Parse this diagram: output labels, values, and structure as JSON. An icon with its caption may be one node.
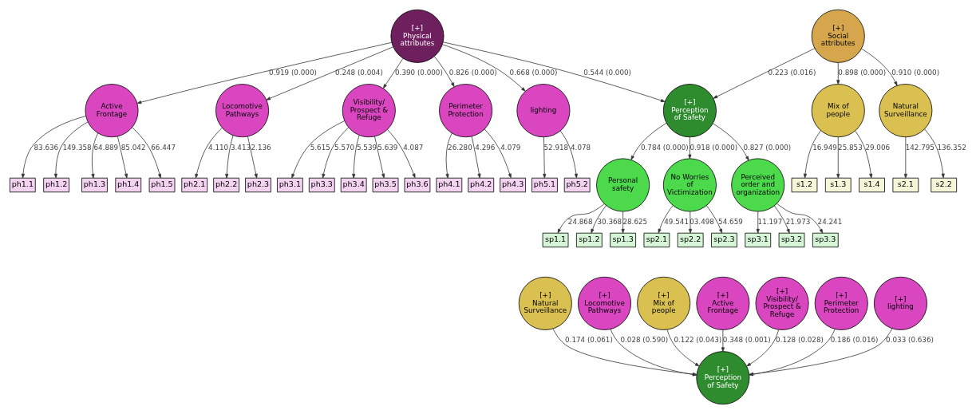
{
  "diagram": {
    "nodes": [
      {
        "text": [
          "ph1.1"
        ]
      },
      {
        "text": [
          "ph1.2"
        ]
      },
      {
        "text": [
          "ph1.3"
        ]
      },
      {
        "text": [
          "ph1.4"
        ]
      },
      {
        "text": [
          "ph1.5"
        ]
      },
      {
        "text": [
          "Active Frontage"
        ]
      },
      {
        "text": [
          "ph2.1"
        ]
      },
      {
        "text": [
          "ph2.2"
        ]
      },
      {
        "text": [
          "ph2.3"
        ]
      },
      {
        "text": [
          "Locomotive Pathways"
        ]
      },
      {
        "text": [
          "ph3.1"
        ]
      },
      {
        "text": [
          "ph3.3"
        ]
      },
      {
        "text": [
          "ph3.4"
        ]
      },
      {
        "text": [
          "ph3.5"
        ]
      },
      {
        "text": [
          "ph3.6"
        ]
      },
      {
        "text": [
          "Visibility/ Prospect & Refuge"
        ]
      },
      {
        "text": [
          "ph4.1"
        ]
      },
      {
        "text": [
          "ph4.2"
        ]
      },
      {
        "text": [
          "ph4.3"
        ]
      },
      {
        "text": [
          "Perimeter Protection"
        ]
      },
      {
        "text": [
          "[+]",
          "Physical attributes"
        ]
      },
      {
        "text": [
          "lighting"
        ]
      },
      {
        "text": [
          "ph5.1"
        ]
      },
      {
        "text": [
          "ph5.2"
        ]
      },
      {
        "text": [
          "s1.2"
        ]
      },
      {
        "text": [
          "s1.3"
        ]
      },
      {
        "text": [
          "s1.4"
        ]
      },
      {
        "text": [
          "s2.1"
        ]
      },
      {
        "text": [
          "s2.2"
        ]
      },
      {
        "text": [
          "Mix of people"
        ]
      },
      {
        "text": [
          "Natural Surveillance"
        ]
      },
      {
        "text": [
          "[+]",
          "Social attributes"
        ]
      },
      {
        "text": [
          "sp1.1"
        ]
      },
      {
        "text": [
          "sp1.2"
        ]
      },
      {
        "text": [
          "sp1.3"
        ]
      },
      {
        "text": [
          "Personal safety"
        ]
      },
      {
        "text": [
          "sp2.1"
        ]
      },
      {
        "text": [
          "sp2.2"
        ]
      },
      {
        "text": [
          "sp2.3"
        ]
      },
      {
        "text": [
          "No Worries of Victimization"
        ]
      },
      {
        "text": [
          "[+]",
          "Perception of Safety"
        ]
      },
      {
        "text": [
          "sp3.1"
        ]
      },
      {
        "text": [
          "sp3.2"
        ]
      },
      {
        "text": [
          "sp3.3"
        ]
      },
      {
        "text": [
          "Perceived order and organization"
        ]
      },
      {
        "text": [
          "[+]",
          "Natural Surveillance"
        ]
      },
      {
        "text": [
          "[+]",
          "Mix of people"
        ]
      },
      {
        "text": [
          "[+]",
          "Active Frontage"
        ]
      },
      {
        "text": [
          "[+]",
          "Locomotive Pathways"
        ]
      },
      {
        "text": [
          "[+]",
          "Visibility/ Prospect & Refuge"
        ]
      },
      {
        "text": [
          "[+]",
          "Perimeter Protection"
        ]
      },
      {
        "text": [
          "[+]",
          "lighting"
        ]
      },
      {
        "text": [
          "[+]",
          "Perception of Safety"
        ]
      }
    ],
    "edges": [
      {
        "from": 5,
        "to": 0,
        "arrow": "to",
        "label": "83.636"
      },
      {
        "from": 5,
        "to": 1,
        "arrow": "to",
        "label": "149.358"
      },
      {
        "from": 5,
        "to": 2,
        "arrow": "to",
        "label": "64.889"
      },
      {
        "from": 5,
        "to": 3,
        "arrow": "to",
        "label": "85.042"
      },
      {
        "from": 5,
        "to": 4,
        "arrow": "to",
        "label": "66.447"
      },
      {
        "from": 9,
        "to": 6,
        "arrow": "to",
        "label": "4.110"
      },
      {
        "from": 9,
        "to": 7,
        "arrow": "to",
        "label": "3.413"
      },
      {
        "from": 9,
        "to": 8,
        "arrow": "to",
        "label": "2.136"
      },
      {
        "from": 15,
        "to": 10,
        "arrow": "to",
        "label": "5.615"
      },
      {
        "from": 15,
        "to": 11,
        "arrow": "to",
        "label": "5.570"
      },
      {
        "from": 15,
        "to": 12,
        "arrow": "to",
        "label": "5.539"
      },
      {
        "from": 15,
        "to": 13,
        "arrow": "to",
        "label": "5.639"
      },
      {
        "from": 15,
        "to": 14,
        "arrow": "to",
        "label": "4.087"
      },
      {
        "from": 19,
        "to": 16,
        "arrow": "to",
        "label": "26.280"
      },
      {
        "from": 19,
        "to": 17,
        "arrow": "to",
        "label": "4.296"
      },
      {
        "from": 19,
        "to": 18,
        "arrow": "to",
        "label": "4.079"
      },
      {
        "from": 21,
        "to": 22,
        "arrow": "to",
        "label": "52.918"
      },
      {
        "from": 21,
        "to": 23,
        "arrow": "to",
        "label": "4.078"
      },
      {
        "from": 20,
        "to": 5,
        "arrow": "to",
        "label": "0.919 (0.000)"
      },
      {
        "from": 20,
        "to": 9,
        "arrow": "to",
        "label": "0.248 (0.004)"
      },
      {
        "from": 20,
        "to": 15,
        "arrow": "to",
        "label": "0.390 (0.000)"
      },
      {
        "from": 20,
        "to": 19,
        "arrow": "to",
        "label": "0.826 (0.000)"
      },
      {
        "from": 20,
        "to": 21,
        "arrow": "to",
        "label": "0.668 (0.000)"
      },
      {
        "from": 29,
        "to": 24,
        "arrow": "to",
        "label": "16.949"
      },
      {
        "from": 29,
        "to": 25,
        "arrow": "to",
        "label": "25.853"
      },
      {
        "from": 29,
        "to": 26,
        "arrow": "to",
        "label": "29.006"
      },
      {
        "from": 30,
        "to": 27,
        "arrow": "to",
        "label": "142.795"
      },
      {
        "from": 30,
        "to": 28,
        "arrow": "to",
        "label": "136.352"
      },
      {
        "from": 31,
        "to": 29,
        "arrow": "to",
        "label": "0.898 (0.000)"
      },
      {
        "from": 31,
        "to": 30,
        "arrow": "to",
        "label": "0.910 (0.000)"
      },
      {
        "from": 31,
        "to": 40,
        "arrow": "to",
        "label": "0.223 (0.016)"
      },
      {
        "from": 20,
        "to": 40,
        "arrow": "to",
        "label": "0.544 (0.000)"
      },
      {
        "from": 40,
        "to": 35,
        "arrow": "to",
        "label": "0.784 (0.000)"
      },
      {
        "from": 40,
        "to": 39,
        "arrow": "to",
        "label": "0.918 (0.000)"
      },
      {
        "from": 40,
        "to": 44,
        "arrow": "to",
        "label": "0.827 (0.000)"
      },
      {
        "from": 35,
        "to": 32,
        "arrow": "to",
        "label": "24.868"
      },
      {
        "from": 35,
        "to": 33,
        "arrow": "to",
        "label": "30.368"
      },
      {
        "from": 35,
        "to": 34,
        "arrow": "to",
        "label": "28.625"
      },
      {
        "from": 39,
        "to": 36,
        "arrow": "to",
        "label": "49.541"
      },
      {
        "from": 39,
        "to": 37,
        "arrow": "to",
        "label": "03.498"
      },
      {
        "from": 39,
        "to": 38,
        "arrow": "to",
        "label": "54.659"
      },
      {
        "from": 44,
        "to": 41,
        "arrow": "to",
        "label": "11.197"
      },
      {
        "from": 44,
        "to": 42,
        "arrow": "to",
        "label": "21.973"
      },
      {
        "from": 44,
        "to": 43,
        "arrow": "to",
        "label": "24.241"
      },
      {
        "from": 45,
        "to": 52,
        "arrow": "to",
        "label": "0.174 (0.061)"
      },
      {
        "from": 46,
        "to": 52,
        "arrow": "to",
        "label": "0.122 (0.043)"
      },
      {
        "from": 47,
        "to": 52,
        "arrow": "to",
        "label": "0.348 (0.001)"
      },
      {
        "from": 48,
        "to": 52,
        "arrow": "to",
        "label": "0.028 (0.590)"
      },
      {
        "from": 49,
        "to": 52,
        "arrow": "to",
        "label": "0.128 (0.028)"
      },
      {
        "from": 50,
        "to": 52,
        "arrow": "to",
        "label": "0.186 (0.016)"
      },
      {
        "from": 51,
        "to": 52,
        "arrow": "to",
        "label": "0.033 (0.636)"
      }
    ]
  }
}
